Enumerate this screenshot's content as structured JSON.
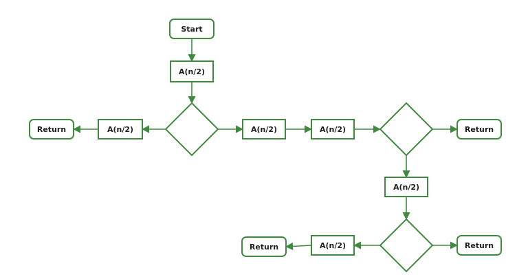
{
  "diagram": {
    "nodes": [
      {
        "id": "start",
        "shape": "rounded",
        "label": "Start"
      },
      {
        "id": "a1",
        "shape": "rect",
        "label": "A(n/2)"
      },
      {
        "id": "d1",
        "shape": "diamond",
        "label": ""
      },
      {
        "id": "a2",
        "shape": "rect",
        "label": "A(n/2)"
      },
      {
        "id": "r1",
        "shape": "rounded",
        "label": "Return"
      },
      {
        "id": "a3",
        "shape": "rect",
        "label": "A(n/2)"
      },
      {
        "id": "a4",
        "shape": "rect",
        "label": "A(n/2)"
      },
      {
        "id": "d2",
        "shape": "diamond",
        "label": ""
      },
      {
        "id": "r2",
        "shape": "rounded",
        "label": "Return"
      },
      {
        "id": "a5",
        "shape": "rect",
        "label": "A(n/2)"
      },
      {
        "id": "d3",
        "shape": "diamond",
        "label": ""
      },
      {
        "id": "a6",
        "shape": "rect",
        "label": "A(n/2)"
      },
      {
        "id": "r3",
        "shape": "rounded",
        "label": "Return"
      },
      {
        "id": "r4",
        "shape": "rounded",
        "label": "Return"
      }
    ],
    "edges": [
      {
        "from": "start",
        "to": "a1"
      },
      {
        "from": "a1",
        "to": "d1"
      },
      {
        "from": "d1",
        "to": "a2"
      },
      {
        "from": "a2",
        "to": "r1"
      },
      {
        "from": "d1",
        "to": "a3"
      },
      {
        "from": "a3",
        "to": "a4"
      },
      {
        "from": "a4",
        "to": "d2"
      },
      {
        "from": "d2",
        "to": "r2"
      },
      {
        "from": "d2",
        "to": "a5"
      },
      {
        "from": "a5",
        "to": "d3"
      },
      {
        "from": "d3",
        "to": "a6"
      },
      {
        "from": "a6",
        "to": "r3"
      },
      {
        "from": "d3",
        "to": "r4"
      }
    ]
  }
}
